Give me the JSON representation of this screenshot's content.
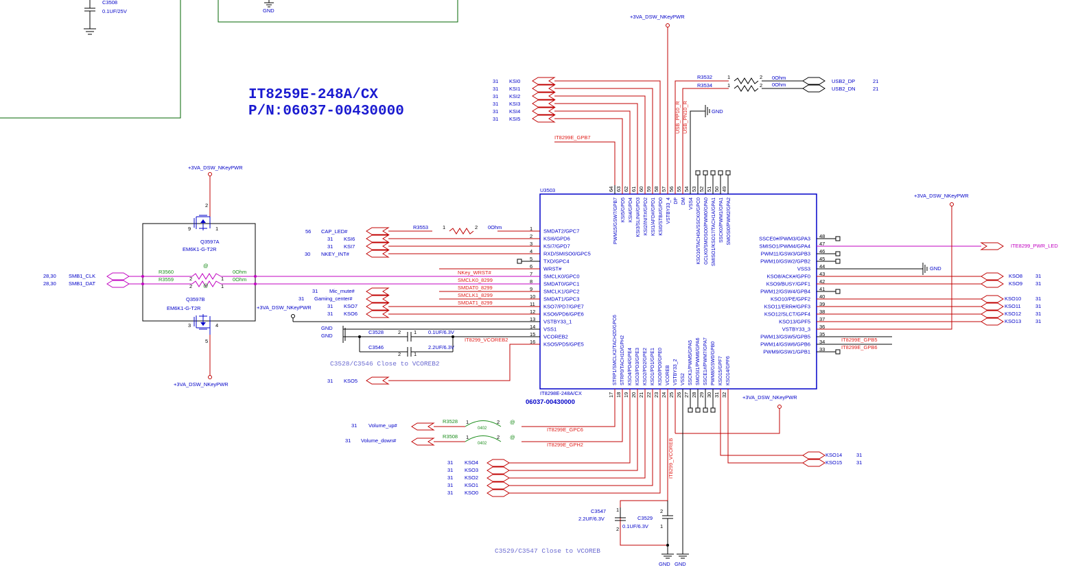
{
  "colors": {
    "wire": "#000000",
    "blue": "#0000c8",
    "red": "#e0201c",
    "magenta": "#c000c0",
    "green": "#1a8c1a",
    "darkgreen": "#006400",
    "note": "#6a6ad0"
  },
  "title": {
    "line1": "IT8259E-248A/CX",
    "line2": "P/N:06037-00430000"
  },
  "top_left": {
    "cap_ref": "C3508",
    "cap_value": "0.1UF/25V",
    "gnd": "GND"
  },
  "chip": {
    "ref": "U3503",
    "part": "IT8298E-248A/CX",
    "pn": "06037-00430000",
    "power_label": "+3VA_DSW_NKeyPWR",
    "left_pins": [
      {
        "num": "1",
        "name": "SMDAT2/GPC7"
      },
      {
        "num": "2",
        "name": "KSI6/GPD6"
      },
      {
        "num": "3",
        "name": "KSI7/GPD7"
      },
      {
        "num": "4",
        "name": "RXD/SMISO0/GPC5"
      },
      {
        "num": "5",
        "name": "TXD/GPC4"
      },
      {
        "num": "6",
        "name": "WRST#"
      },
      {
        "num": "7",
        "name": "SMCLK0/GPC0"
      },
      {
        "num": "8",
        "name": "SMDAT0/GPC1"
      },
      {
        "num": "9",
        "name": "SMCLK1/GPC2"
      },
      {
        "num": "10",
        "name": "SMDAT1/GPC3"
      },
      {
        "num": "11",
        "name": "KSO7/PD7/GPE7"
      },
      {
        "num": "12",
        "name": "KSO6/PD6/GPE6"
      },
      {
        "num": "13",
        "name": "VSTBY33_1"
      },
      {
        "num": "14",
        "name": "VSS1"
      },
      {
        "num": "15",
        "name": "VCOREB2"
      },
      {
        "num": "16",
        "name": "KSO5/PD5/GPE5"
      }
    ],
    "right_pins": [
      {
        "num": "48",
        "name": "SSCE0#/PWM3/GPA3"
      },
      {
        "num": "47",
        "name": "SMISO1/PWM4/GPA4"
      },
      {
        "num": "46",
        "name": "PWM11/GSW3/GPB3"
      },
      {
        "num": "45",
        "name": "PWM10/GSW2/GPB2"
      },
      {
        "num": "44",
        "name": "VSS3"
      },
      {
        "num": "43",
        "name": "KSO8/ACK#/GPF0"
      },
      {
        "num": "42",
        "name": "KSO9/BUSY/GPF1"
      },
      {
        "num": "41",
        "name": "PWM12/GSW4/GPB4"
      },
      {
        "num": "40",
        "name": "KSO10/PE/GPF2"
      },
      {
        "num": "39",
        "name": "KSO11/ERR#/GPF3"
      },
      {
        "num": "38",
        "name": "KSO12/SLCT/GPF4"
      },
      {
        "num": "37",
        "name": "KSO13/GPF5"
      },
      {
        "num": "36",
        "name": "VSTBY33_3"
      },
      {
        "num": "35",
        "name": "PWM13/GSW5/GPB5"
      },
      {
        "num": "34",
        "name": "PWM14/GSW6/GPB6"
      },
      {
        "num": "33",
        "name": "PWM9/GSW1/GPB1"
      }
    ],
    "top_pins": [
      {
        "num": "64",
        "name": "PWM15/GSW7/GPB7"
      },
      {
        "num": "63",
        "name": "KSI5/GPD5"
      },
      {
        "num": "62",
        "name": "KSI4/GPD4"
      },
      {
        "num": "61",
        "name": "KSI3/SLIN#/GPD3"
      },
      {
        "num": "60",
        "name": "KSI2/INIT#/GPD2"
      },
      {
        "num": "59",
        "name": "KSI1/AFD#/GPD1"
      },
      {
        "num": "58",
        "name": "KSI0/STB#/GPD0"
      },
      {
        "num": "57",
        "name": "VSTBY33_4"
      },
      {
        "num": "56",
        "name": "DP"
      },
      {
        "num": "55",
        "name": "DM"
      },
      {
        "num": "54",
        "name": "VSS4"
      },
      {
        "num": "53",
        "name": "KSO16/TACH0A/SSCK0/GPC0"
      },
      {
        "num": "52",
        "name": "GCLK0/SMOSO0/PWM0/GPA0"
      },
      {
        "num": "51",
        "name": "SMISO1/KSO17/TACH1A/GPA1"
      },
      {
        "num": "50",
        "name": "SSCK0/PWM1/GPA1"
      },
      {
        "num": "49",
        "name": "SMOSI0/PWM2/GPA2"
      }
    ],
    "bottom_pins": [
      {
        "num": "17",
        "name": "STRP1/SMCLK2/TACH2D/GPC6"
      },
      {
        "num": "18",
        "name": "STRP0/TACH1D/GPH2"
      },
      {
        "num": "19",
        "name": "KSO4/PD4/GPE4"
      },
      {
        "num": "20",
        "name": "KSO3/PD3/GPE3"
      },
      {
        "num": "21",
        "name": "KSO2/PD2/GPE2"
      },
      {
        "num": "22",
        "name": "KSO1/PD1/GPE1"
      },
      {
        "num": "23",
        "name": "KSO0/PD0/GPE0"
      },
      {
        "num": "24",
        "name": "VCOREB"
      },
      {
        "num": "25",
        "name": "VSTBY33_2"
      },
      {
        "num": "26",
        "name": "VSS2"
      },
      {
        "num": "27",
        "name": "SSCK1/PWM5/GPA5"
      },
      {
        "num": "28",
        "name": "SMOSI1/PWM6/GPA6"
      },
      {
        "num": "29",
        "name": "SSCE1#/PWM7/GPA7"
      },
      {
        "num": "30",
        "name": "PWM8/GSW0/GPB0"
      },
      {
        "num": "31",
        "name": "KSO15/GPF7"
      },
      {
        "num": "32",
        "name": "KSO14/GPF6"
      }
    ]
  },
  "left_nets": {
    "ksi": [
      {
        "sheet": "31",
        "name": "KSI0"
      },
      {
        "sheet": "31",
        "name": "KSI1"
      },
      {
        "sheet": "31",
        "name": "KSI2"
      },
      {
        "sheet": "31",
        "name": "KSI3"
      },
      {
        "sheet": "31",
        "name": "KSI4"
      },
      {
        "sheet": "31",
        "name": "KSI5"
      }
    ],
    "cap_led": {
      "sheet": "56",
      "name": "CAP_LED#"
    },
    "ksi6": {
      "sheet": "31",
      "name": "KSI6"
    },
    "ksi7": {
      "sheet": "31",
      "name": "KSI7"
    },
    "nkey_int": {
      "sheet": "30",
      "name": "NKEY_INT#"
    },
    "mic_mute": {
      "sheet": "31",
      "name": "Mic_mute#"
    },
    "gaming_center": {
      "sheet": "31",
      "name": "Gaming_center#"
    },
    "kso7": {
      "sheet": "31",
      "name": "KSO7"
    },
    "kso6": {
      "sheet": "31",
      "name": "KSO6"
    },
    "kso5": {
      "sheet": "31",
      "name": "KSO5"
    },
    "r3553": {
      "ref": "R3553",
      "p1": "1",
      "p2": "2",
      "value": "0Ohm"
    },
    "gpb7": "IT8299E_GPB7",
    "nkey_wrst": "NKey_WRST#",
    "smclk0": "SMCLK0_8299",
    "smdat0": "SMDAT0_8299",
    "smclk1": "SMCLK1_8299",
    "smdat1": "SMDAT1_8299",
    "vcoreb2": "IT8299_VCOREB2",
    "vcc_label": "+3VA_DSW_NKeyPWR",
    "gnd1": "GND",
    "gnd2": "GND",
    "c3528": {
      "ref": "C3528",
      "p2": "2",
      "p1": "1",
      "value": "0.1UF/6.3V"
    },
    "c3546": {
      "ref": "C3546",
      "p2": "2",
      "p1": "1",
      "value": "2.2UF/6.3V"
    },
    "cap_note": "C3528/C3546 Close to VCOREB2"
  },
  "smbus": {
    "sheets": "28,30",
    "smb1_clk": "SMB1_CLK",
    "smb1_dat": "SMB1_DAT",
    "r3560": {
      "ref": "R3560",
      "p2": "2",
      "p1": "1",
      "value": "0Ohm"
    },
    "r3559": {
      "ref": "R3559",
      "p2": "2",
      "p1": "1",
      "value": "0Ohm"
    },
    "q_a": {
      "ref": "Q3597A",
      "part": "EM6K1-G-T2R",
      "pin_top": "2",
      "pin_left": "9",
      "pin_right": "1"
    },
    "q_b": {
      "ref": "Q3597B",
      "part": "EM6K1-G-T2R",
      "pin_bot": "5",
      "pin_left": "3",
      "pin_right": "4"
    },
    "vcc_top": "+3VA_DSW_NKeyPWR",
    "vcc_bot": "+3VA_DSW_NKeyPWR",
    "at": "@"
  },
  "usb": {
    "vcc": "+3VA_DSW_NKeyPWR",
    "r3532": {
      "ref": "R3532",
      "p1": "1",
      "p2": "2",
      "value": "0Ohm"
    },
    "r3534": {
      "ref": "R3534",
      "p1": "1",
      "p2": "2",
      "value": "0Ohm"
    },
    "dp": {
      "name": "USB2_DP",
      "sheet": "21"
    },
    "dn": {
      "name": "USB2_DN",
      "sheet": "21"
    },
    "pp10": "USB_PP10_R",
    "pn10": "USB_PN10_R",
    "gnd": "GND"
  },
  "right_nets": {
    "vcc": "+3VA_DSW_NKeyPWR",
    "pwr_led": "ITE8299_PWR_LED",
    "gnd": "GND",
    "kso": [
      {
        "name": "KSO8",
        "sheet": "31"
      },
      {
        "name": "KSO9",
        "sheet": "31"
      },
      {
        "name": "KSO10",
        "sheet": "31"
      },
      {
        "name": "KSO11",
        "sheet": "31"
      },
      {
        "name": "KSO12",
        "sheet": "31"
      },
      {
        "name": "KSO13",
        "sheet": "31"
      }
    ],
    "gpb5": "IT8299E_GPB5",
    "gpb6": "IT8299E_GPB6"
  },
  "bottom_nets": {
    "vol_up": {
      "sheet": "31",
      "name": "Volume_up#"
    },
    "vol_down": {
      "sheet": "31",
      "name": "Volume_down#"
    },
    "r3528": {
      "ref": "R3528",
      "p1": "1",
      "p2": "2",
      "pkg": "0402"
    },
    "r3508": {
      "ref": "R3508",
      "p1": "1",
      "p2": "2",
      "pkg": "0402"
    },
    "gpc6": "IT8299E_GPC6",
    "gph2": "IT8299E_GPH2",
    "at": "@",
    "kso": [
      {
        "sheet": "31",
        "name": "KSO4"
      },
      {
        "sheet": "31",
        "name": "KSO3"
      },
      {
        "sheet": "31",
        "name": "KSO2"
      },
      {
        "sheet": "31",
        "name": "KSO1"
      },
      {
        "sheet": "31",
        "name": "KSO0"
      }
    ],
    "vcoreb": "IT8299_VCOREB",
    "vcc": "+3VA_DSW_NKeyPWR",
    "kso14": {
      "name": "KSO14",
      "sheet": "31"
    },
    "kso15": {
      "name": "KSO15",
      "sheet": "31"
    },
    "c3547": {
      "ref": "C3547",
      "value": "2.2UF/6.3V",
      "p1": "1",
      "p2": "2"
    },
    "c3529": {
      "ref": "C3529",
      "value": "0.1UF/6.3V",
      "p1": "1",
      "p2": "2"
    },
    "cap_note": "C3529/C3547 Close to VCOREB",
    "gnd1": "GND",
    "gnd2": "GND"
  }
}
